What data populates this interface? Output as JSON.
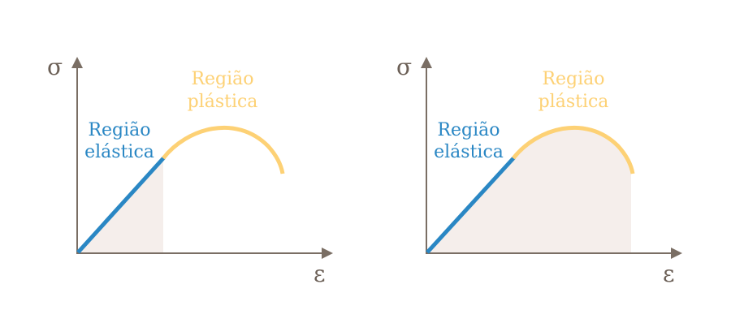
{
  "colors": {
    "axis": "#7a6e64",
    "elastic": "#2a87c4",
    "plastic": "#fdd175",
    "energy_fill": "#f5eeeb"
  },
  "diagrams": [
    {
      "id": "left",
      "y_axis_label": "σ",
      "x_axis_label": "ε",
      "elastic_label_line1": "Região",
      "elastic_label_line2": "elástica",
      "plastic_label_line1": "Região",
      "plastic_label_line2": "plástica",
      "shaded_region": "elastic"
    },
    {
      "id": "right",
      "y_axis_label": "σ",
      "x_axis_label": "ε",
      "elastic_label_line1": "Região",
      "elastic_label_line2": "elástica",
      "plastic_label_line1": "Região",
      "plastic_label_line2": "plástica",
      "shaded_region": "full"
    }
  ]
}
